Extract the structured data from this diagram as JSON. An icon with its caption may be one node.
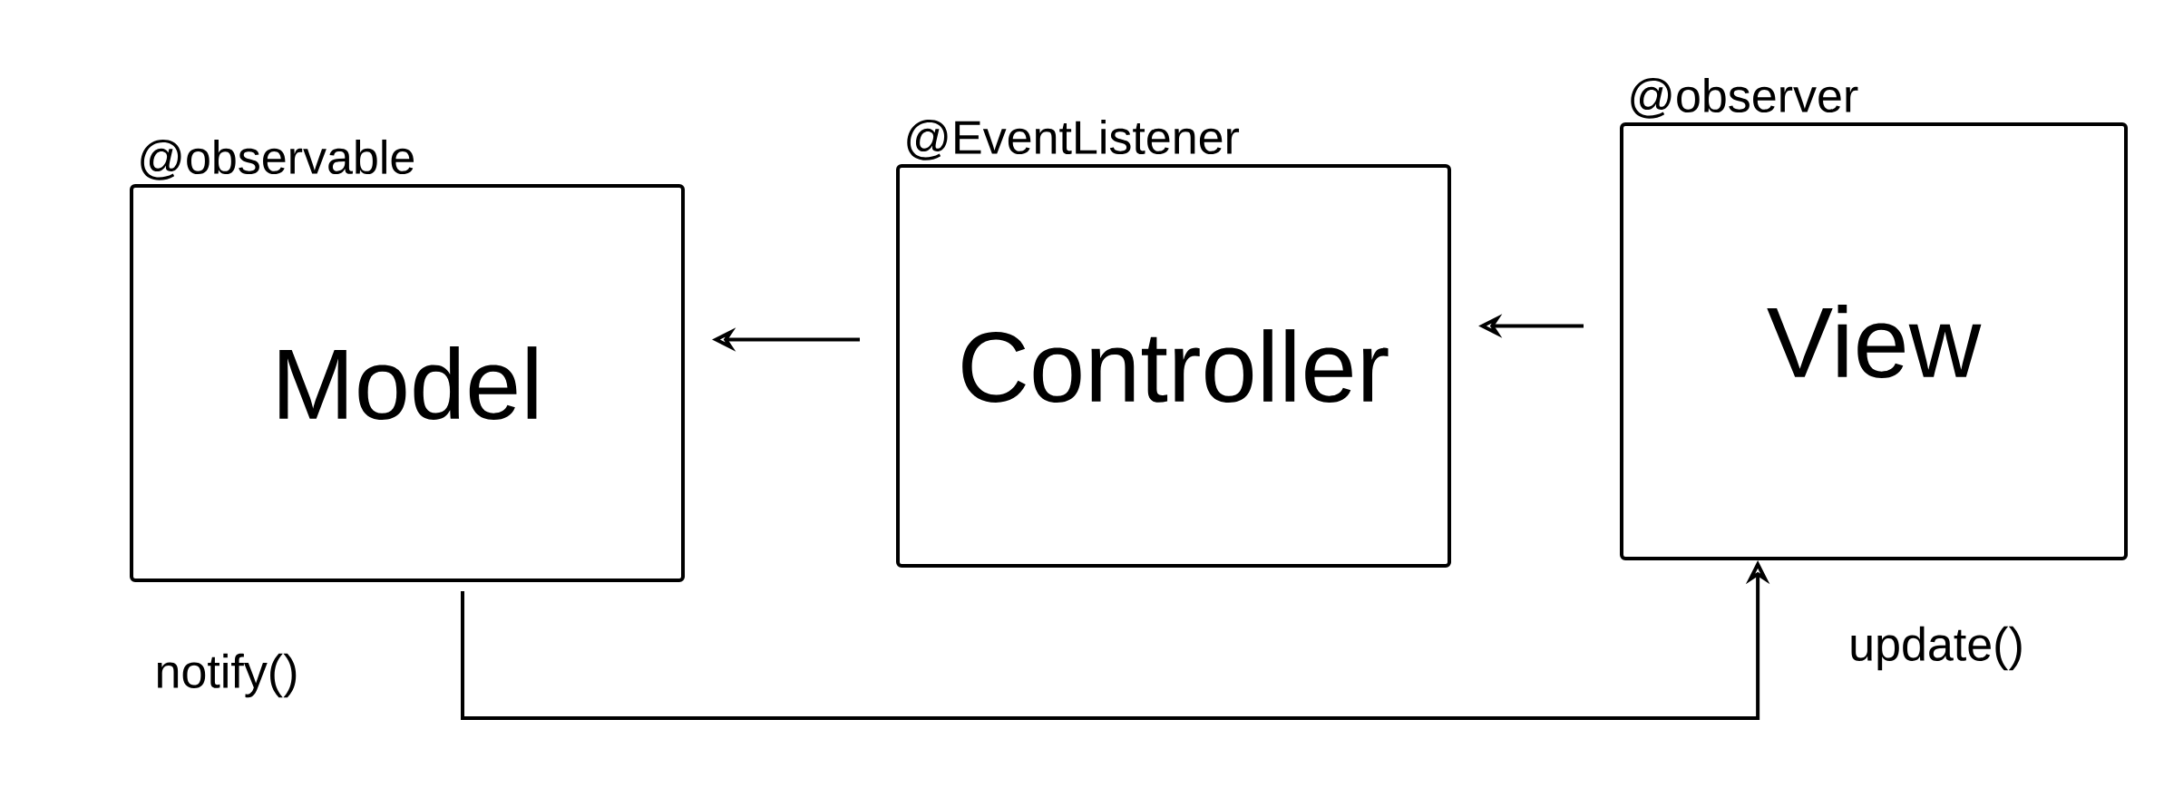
{
  "diagram": {
    "nodes": [
      {
        "text": [
          "@observable",
          "Model"
        ]
      },
      {
        "text": [
          "@EventListener",
          "Controller"
        ]
      },
      {
        "text": [
          "@observer",
          "View"
        ]
      }
    ],
    "edges": [
      {
        "from": 1,
        "to": 0,
        "arrow": "to"
      },
      {
        "from": 2,
        "to": 1,
        "arrow": "to"
      },
      {
        "from": 0,
        "to": 2,
        "arrow": "to"
      }
    ],
    "labels": [
      "notify()",
      "update()"
    ]
  }
}
